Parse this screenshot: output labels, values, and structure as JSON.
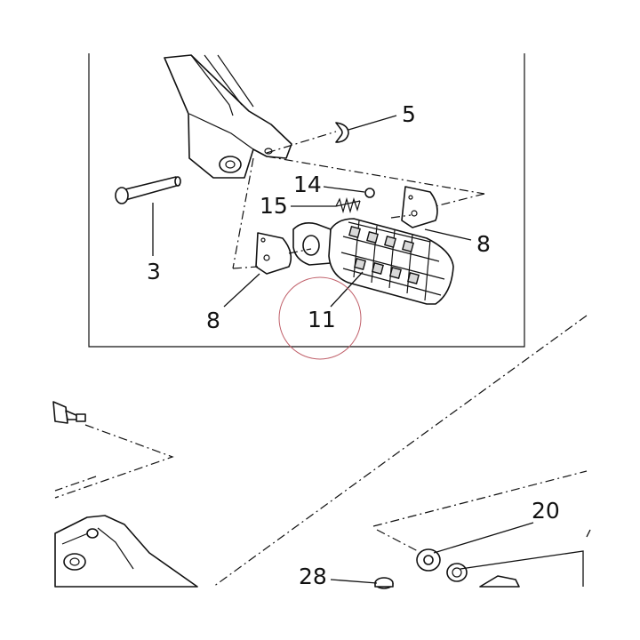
{
  "callouts": {
    "c3": "3",
    "c5": "5",
    "c8a": "8",
    "c8b": "8",
    "c11": "11",
    "c14": "14",
    "c15": "15",
    "c20": "20",
    "c28": "28"
  },
  "colors": {
    "line": "#111111",
    "highlight_circle": "#c0606a",
    "background": "#ffffff"
  }
}
